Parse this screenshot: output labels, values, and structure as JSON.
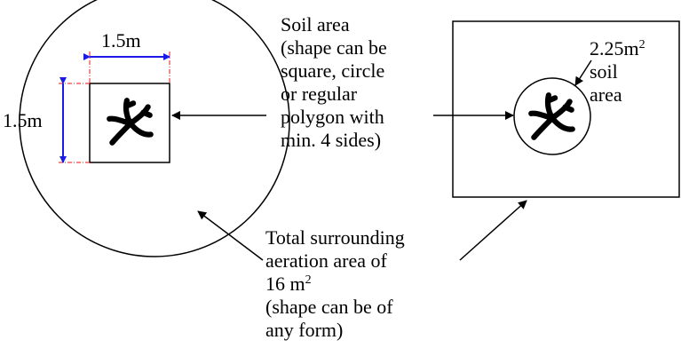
{
  "labels": {
    "dim_top": "1.5m",
    "dim_left": "1.5m",
    "soil_area": [
      "Soil area",
      "(shape can be",
      "square, circle",
      "or regular",
      "polygon with",
      "min. 4 sides)"
    ],
    "right_area": {
      "value": "2.25m",
      "sup": "2",
      "line2": "soil",
      "line3": "area"
    },
    "total_area": {
      "line1": "Total surrounding",
      "line2_a": "aeration",
      "line2_b": "area",
      "line2_c": "of",
      "line3": "16 m",
      "line3_sup": "2",
      "line4_a": "(shape",
      "line4_b": "can",
      "line4_c": "be",
      "line4_d": "of",
      "line5": "any form)"
    }
  },
  "colors": {
    "dimension": "#1a1ae6",
    "extension": "#e61a1a",
    "outline": "#000000"
  },
  "icons": [
    "tree-plant-icon",
    "tree-plant-icon"
  ]
}
